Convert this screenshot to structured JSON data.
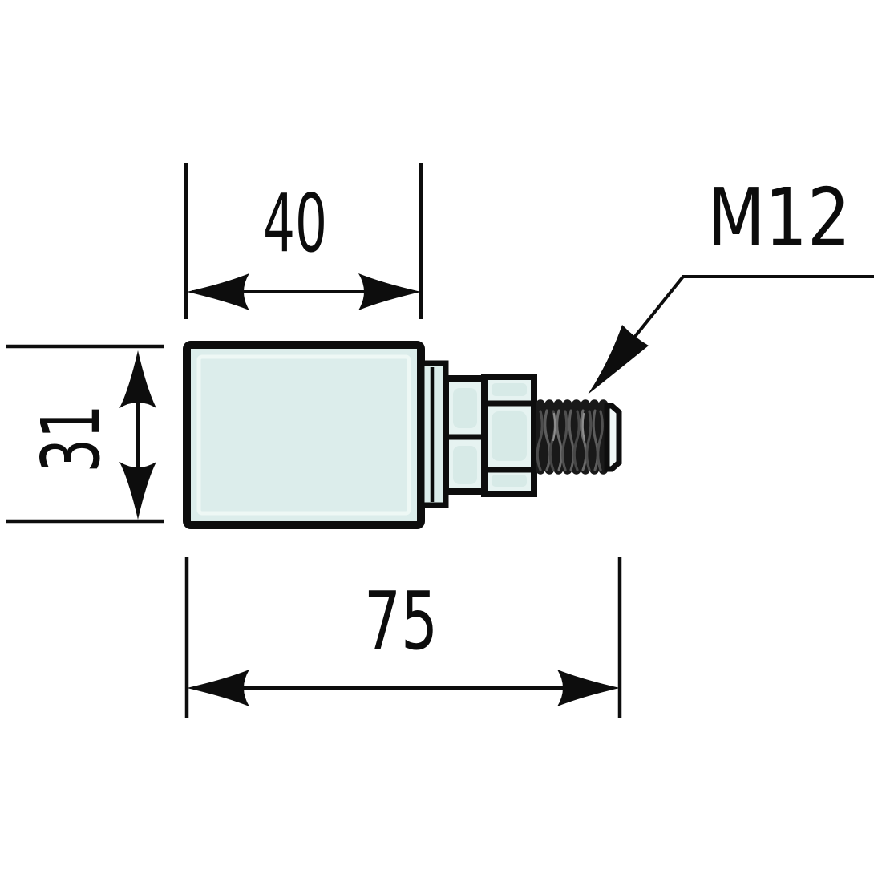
{
  "drawing": {
    "dim_width": {
      "value": "40"
    },
    "dim_height": {
      "value": "31"
    },
    "dim_length": {
      "value": "75"
    },
    "thread_callout": {
      "label": "M12"
    }
  },
  "colors": {
    "background": "#ffffff",
    "outline": "#0d0d0d",
    "part_fill": "#dcedeb",
    "hex_fill": "#e6f3f1",
    "facet_shade": "#d7eae7",
    "thread_dark": "#191919",
    "tip_fill": "#f0f7f6"
  }
}
